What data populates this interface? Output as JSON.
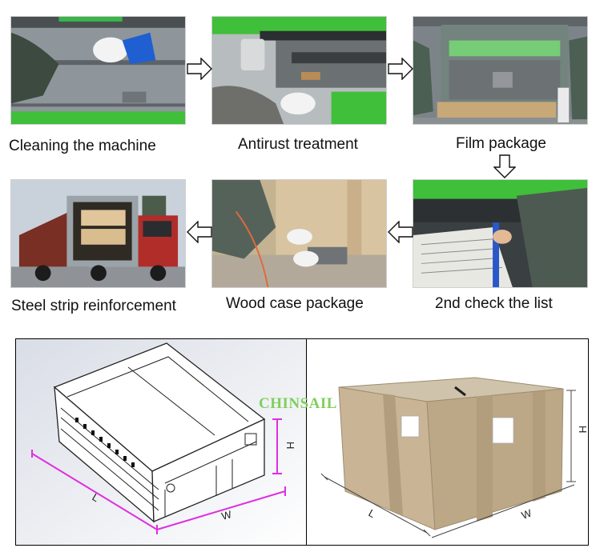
{
  "steps": [
    {
      "label": "Cleaning the machine"
    },
    {
      "label": "Antirust treatment"
    },
    {
      "label": "Film package"
    },
    {
      "label": "2nd check the list"
    },
    {
      "label": "Wood case package"
    },
    {
      "label": "Steel strip reinforcement"
    }
  ],
  "diagram": {
    "machine": {
      "dim_length": "L",
      "dim_width": "W",
      "dim_height": "H"
    },
    "crate": {
      "dim_length": "L",
      "dim_width": "W",
      "dim_height": "H"
    }
  },
  "watermark": "CHINSAIL",
  "colors": {
    "machine_green": "#3fbf3a",
    "dimension_magenta": "#e02ee0",
    "wood": "#c9b596"
  }
}
